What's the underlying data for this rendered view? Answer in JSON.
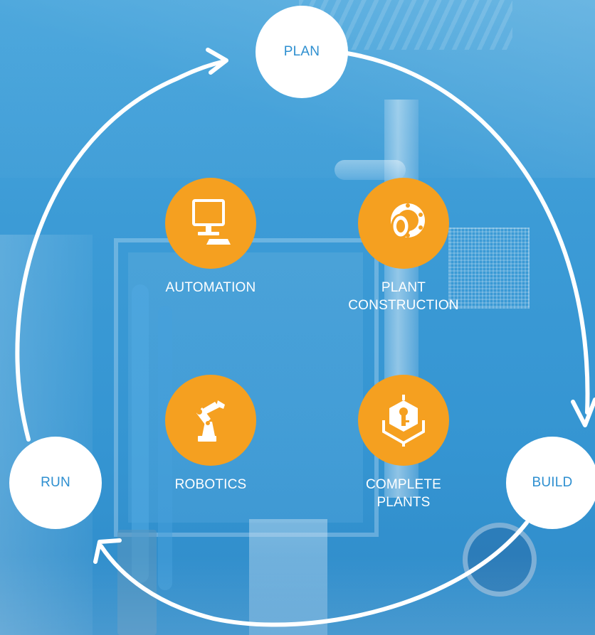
{
  "cycle": {
    "phases": [
      {
        "id": "plan",
        "label": "PLAN",
        "icon": "circle"
      },
      {
        "id": "build",
        "label": "BUILD",
        "icon": "circle"
      },
      {
        "id": "run",
        "label": "RUN",
        "icon": "circle"
      }
    ],
    "flow": [
      "PLAN",
      "BUILD",
      "RUN",
      "PLAN"
    ]
  },
  "services": [
    {
      "id": "automation",
      "label": "AUTOMATION",
      "icon": "monitor-icon"
    },
    {
      "id": "plant-construction",
      "label": "PLANT\nCONSTRUCTION",
      "icon": "flange-pipe-icon"
    },
    {
      "id": "robotics",
      "label": "ROBOTICS",
      "icon": "robot-arm-icon"
    },
    {
      "id": "complete-plants",
      "label": "COMPLETE\nPLANTS",
      "icon": "key-cube-icon"
    }
  ],
  "colors": {
    "background": "#3b9bd6",
    "phase_circle": "#ffffff",
    "phase_text": "#2e8fd0",
    "service_circle": "#f5a020",
    "service_text": "#ffffff",
    "arrow": "#ffffff"
  }
}
